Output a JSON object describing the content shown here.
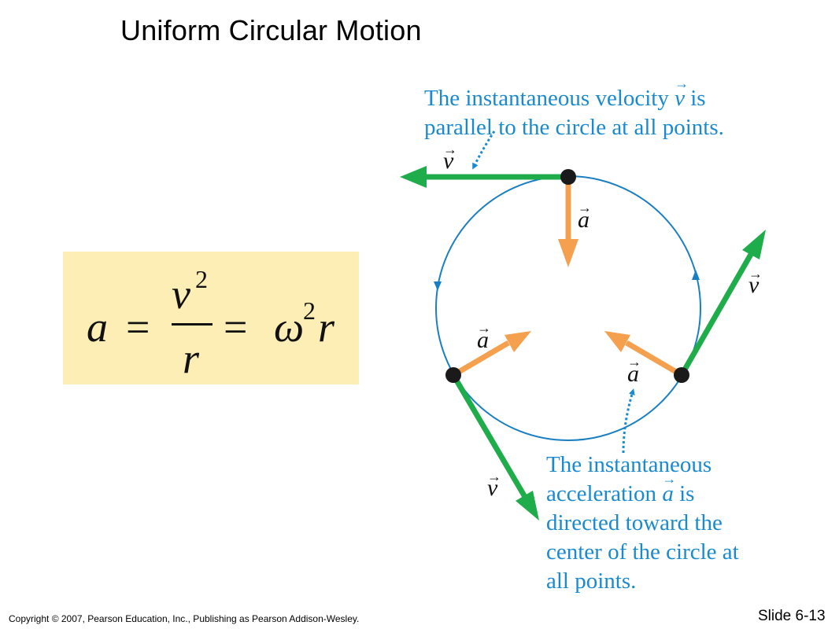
{
  "slide": {
    "title": "Uniform Circular Motion",
    "copyright": "Copyright © 2007, Pearson Education, Inc., Publishing as Pearson Addison-Wesley.",
    "slide_number": "Slide 6-13"
  },
  "formula": {
    "lhs": "a",
    "equals": "=",
    "numerator_base": "v",
    "numerator_exp": "2",
    "denominator": "r",
    "omega": "ω",
    "omega_exp": "2",
    "r": "r"
  },
  "callouts": {
    "velocity": {
      "line1_before": "The instantaneous velocity ",
      "line1_symbol": "v",
      "line1_after": " is",
      "line2": "parallel to the circle at all points."
    },
    "acceleration": {
      "line1": "The instantaneous",
      "line2_before": "acceleration ",
      "line2_symbol": "a",
      "line2_after": " is",
      "line3": "directed toward the",
      "line4": "center of the circle at",
      "line5": "all points."
    }
  },
  "vector_labels": {
    "velocity": "v",
    "acceleration": "a",
    "arrow": "→"
  },
  "colors": {
    "velocity_arrow": "#1fac4b",
    "acceleration_arrow": "#f4a04e",
    "circle": "#1a7fc1",
    "callout_text": "#1a8ad0",
    "formula_box": "#fdeeb5",
    "particle": "#1a1a1a"
  }
}
